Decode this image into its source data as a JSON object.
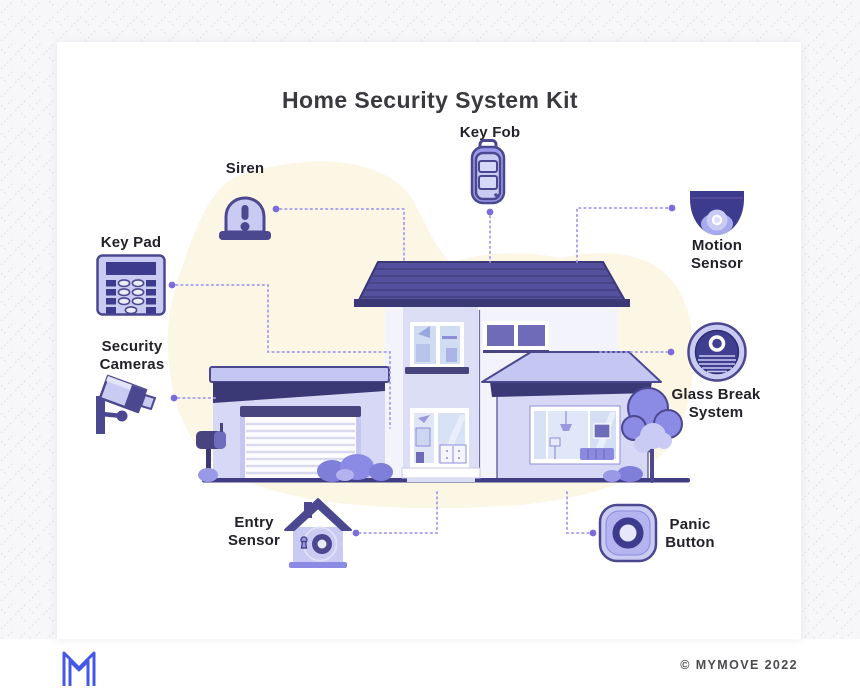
{
  "title": "Home Security System Kit",
  "devices": [
    {
      "id": "siren",
      "label_lines": [
        "Siren"
      ],
      "icon": "siren-icon"
    },
    {
      "id": "key-fob",
      "label_lines": [
        "Key Fob"
      ],
      "icon": "key-fob-icon"
    },
    {
      "id": "key-pad",
      "label_lines": [
        "Key Pad"
      ],
      "icon": "keypad-icon"
    },
    {
      "id": "motion-sensor",
      "label_lines": [
        "Motion",
        "Sensor"
      ],
      "icon": "dome-camera-icon"
    },
    {
      "id": "security-cameras",
      "label_lines": [
        "Security",
        "Cameras"
      ],
      "icon": "cctv-camera-icon"
    },
    {
      "id": "glass-break",
      "label_lines": [
        "Glass Break",
        "System"
      ],
      "icon": "glass-break-sensor-icon"
    },
    {
      "id": "entry-sensor",
      "label_lines": [
        "Entry",
        "Sensor"
      ],
      "icon": "entry-sensor-house-icon"
    },
    {
      "id": "panic-button",
      "label_lines": [
        "Panic",
        "Button"
      ],
      "icon": "panic-button-icon"
    }
  ],
  "footer": {
    "copyright": "© MYMOVE 2022",
    "logo_name": "mymove-m-logo"
  },
  "colors": {
    "accent_dark": "#3b3876",
    "accent": "#4b4890",
    "lavender": "#c9cbf2",
    "lavender_mid": "#8b8ae4",
    "wall": "#d6d8f5",
    "connector_line": "#a49cf0",
    "connector_dot": "#7b6cdc",
    "cream_blob": "#fcf6e4",
    "logo_blue": "#4458e8",
    "title_text": "#39393e",
    "label_text": "#222228",
    "page_background": "#f7f7f9",
    "card_background": "#ffffff"
  }
}
